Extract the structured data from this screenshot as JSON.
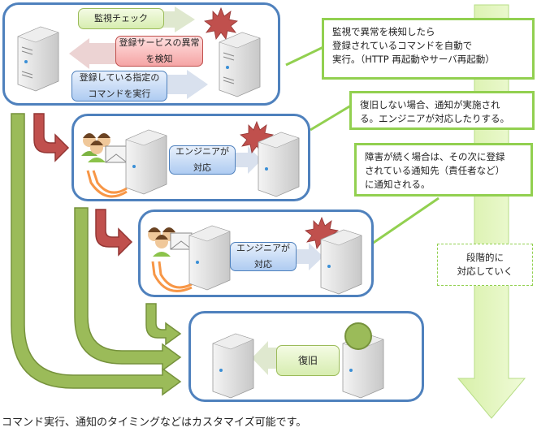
{
  "stage1": {
    "check_label": "監視チェック",
    "detect_label": "登録サービスの異常\nを検知",
    "command_label": "登録している指定の\nコマンドを実行"
  },
  "stage2": {
    "engineer_label": "エンジニアが\n対応"
  },
  "stage3": {
    "engineer_label": "エンジニアが\n対応"
  },
  "stage4": {
    "recovery_label": "復旧"
  },
  "callouts": {
    "auto_command": "監視で異常を検知したら\n登録されているコマンドを自動で\n実行。（HTTP 再起動やサーバ再起動）",
    "notify": "復旧しない場合、通知が実施され\nる。エンジニアが対応したりする。",
    "escalate": "障害が続く場合は、その次に登録\nされている通知先（責任者など）\nに通知される。"
  },
  "escalation_arrow": {
    "label": "段階的に\n対応していく"
  },
  "footer": "コマンド実行、通知のタイミングなどはカスタマイズ可能です。",
  "colors": {
    "stage_border": "#4f81bd",
    "callout_border": "#92d050",
    "green_arrow": "#9bbb59",
    "red_arrow": "#c0504d",
    "orange_arrow": "#f79646"
  }
}
